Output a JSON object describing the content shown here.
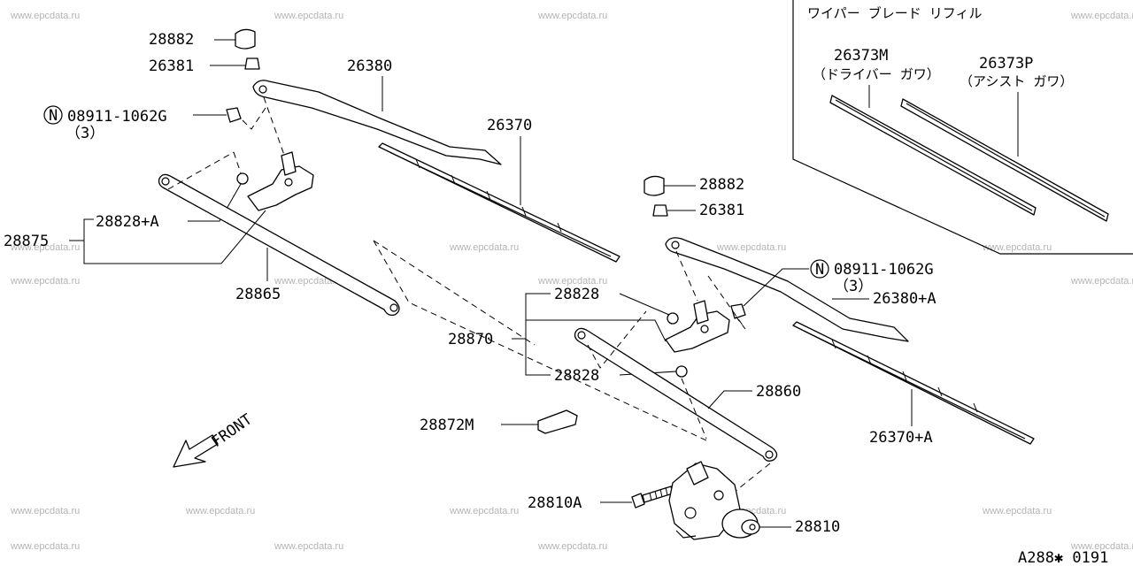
{
  "watermark": "www.epcdata.ru",
  "catalog_code": "A288✱ 0191",
  "inset": {
    "title": "ワイパー ブレード リフィル",
    "refill_driver_part": "26373M",
    "refill_driver_note": "（ドライバー ガワ）",
    "refill_assist_part": "26373P",
    "refill_assist_note": "（アシスト ガワ）"
  },
  "front_label": "FRONT",
  "parts": {
    "cap_left": "28882",
    "nut_left": "26381",
    "arm_left": "26380",
    "blade_left": "26370",
    "nut_spec_left": "08911-1062G",
    "nut_qty_left": "（3）",
    "nut_symbol": "N",
    "bushing_a": "28828+A",
    "link_assy": "28875",
    "link_rod_left": "28865",
    "cap_right": "28882",
    "nut_right": "26381",
    "nut_spec_right": "08911-1062G",
    "nut_qty_right": "（3）",
    "arm_right": "26380+A",
    "bushing_upper": "28828",
    "link_assy_right": "28870",
    "bushing_lower": "28828",
    "link_rod_right": "28860",
    "protector": "28872M",
    "bolt": "28810A",
    "motor": "28810",
    "blade_right": "26370+A"
  }
}
